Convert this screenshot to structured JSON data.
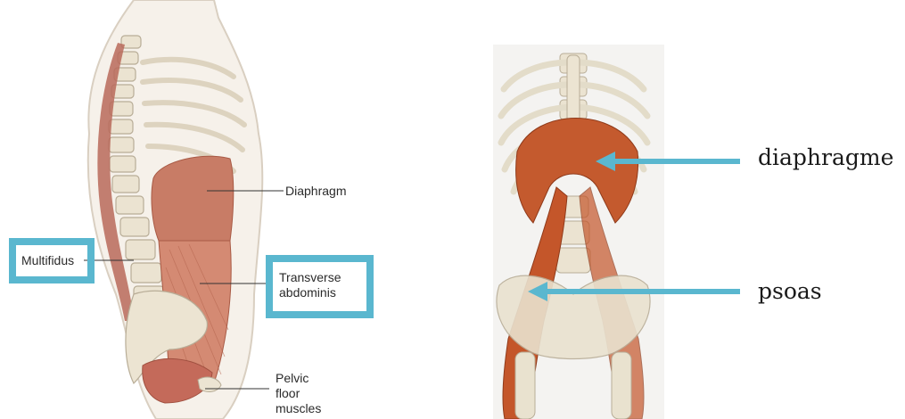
{
  "left_diagram": {
    "labels": {
      "diaphragm": "Diaphragm",
      "multifidus": "Multifidus",
      "transverse_abdominis": "Transverse abdominis",
      "pelvic_floor": "Pelvic floor muscles"
    },
    "highlighted": [
      "Multifidus",
      "Transverse abdominis"
    ]
  },
  "right_diagram": {
    "labels": {
      "diaphragme": "diaphragme",
      "psoas": "psoas"
    }
  },
  "colors": {
    "highlight_box": "#5ab7cf",
    "arrow": "#5ab7cf",
    "muscle": "#c46a4d",
    "bone": "#ece6d6"
  }
}
